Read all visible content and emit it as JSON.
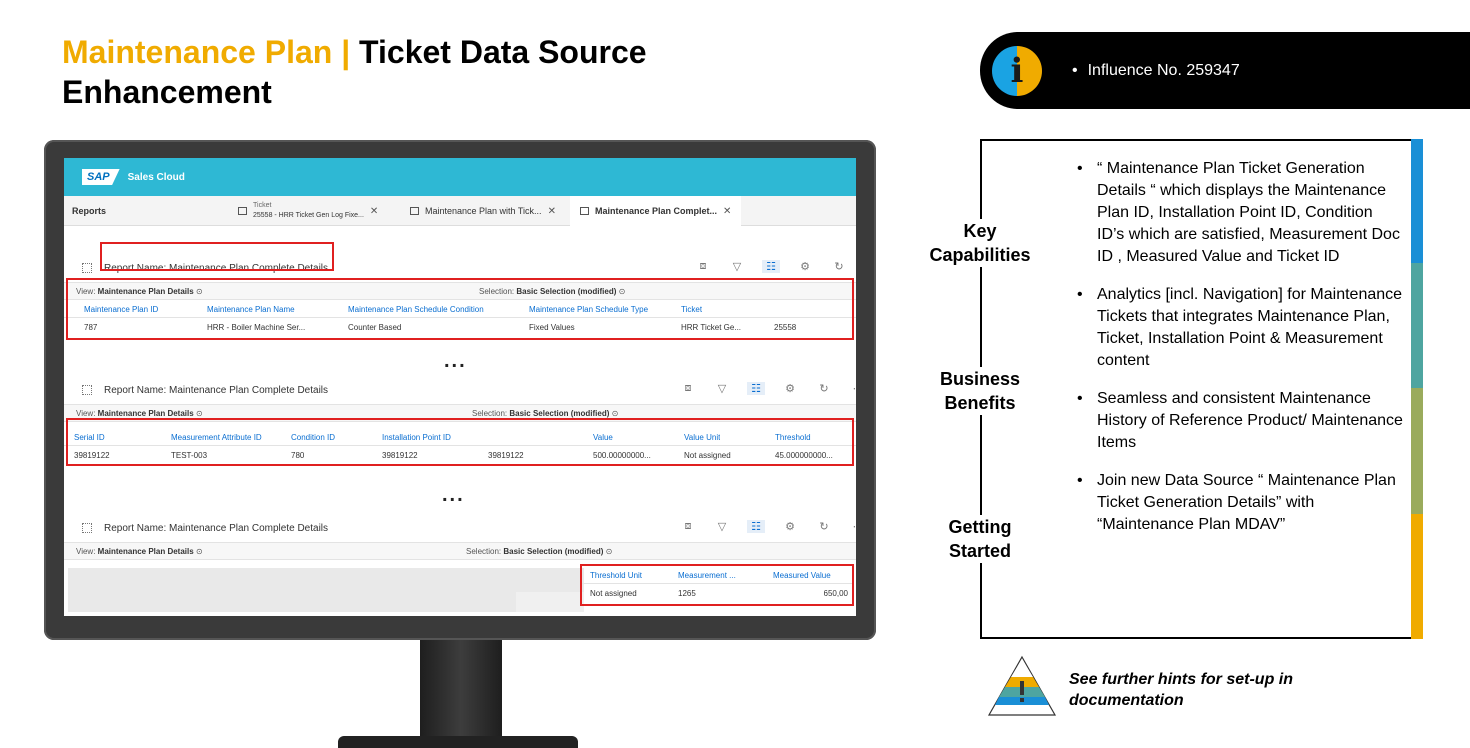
{
  "title": {
    "accent": "Maintenance Plan |",
    "main": "Ticket Data Source",
    "line2": "Enhancement"
  },
  "influence": {
    "text": "Influence No. 259347",
    "icon": "info-icon"
  },
  "app": {
    "brand_logo": "SAP",
    "brand_name": "Sales Cloud",
    "tabs": {
      "reports": "Reports",
      "ticket_sub": "Ticket",
      "ticket": "25558 - HRR Ticket Gen Log Fixe...",
      "plan_with_ticket": "Maintenance Plan with Tick...",
      "plan_complete": "Maintenance Plan Complet..."
    },
    "report_name_label": "Report Name:",
    "report_name": "Maintenance Plan Complete Details",
    "view_label": "View:",
    "view_name": "Maintenance Plan Details",
    "selection_label": "Selection:",
    "selection_name": "Basic Selection (modified)",
    "table1": {
      "headers": [
        "Maintenance Plan ID",
        "Maintenance Plan Name",
        "Maintenance Plan Schedule Condition",
        "Maintenance Plan Schedule Type",
        "Ticket",
        ""
      ],
      "row": [
        "787",
        "HRR - Boiler Machine Ser...",
        "Counter Based",
        "Fixed Values",
        "HRR Ticket Ge...",
        "25558"
      ]
    },
    "table2": {
      "headers": [
        "Serial ID",
        "Measurement Attribute ID",
        "Condition ID",
        "Installation Point ID",
        "",
        "Value",
        "Value Unit",
        "Threshold"
      ],
      "row": [
        "39819122",
        "TEST-003",
        "780",
        "39819122",
        "39819122",
        "500.00000000...",
        "Not assigned",
        "45.000000000..."
      ]
    },
    "table3": {
      "headers": [
        "Threshold Unit",
        "Measurement ...",
        "Measured Value"
      ],
      "row": [
        "Not assigned",
        "1265",
        "650,00"
      ]
    },
    "ellipsis": "..."
  },
  "sections": {
    "key_capabilities": [
      "Key",
      "Capabilities"
    ],
    "business_benefits": [
      "Business",
      "Benefits"
    ],
    "getting_started": [
      "Getting",
      "Started"
    ]
  },
  "bullets": [
    "“ Maintenance Plan Ticket Generation Details “ which displays the Maintenance Plan ID, Installation Point ID, Condition ID’s which are satisfied, Measurement Doc ID , Measured Value and Ticket ID",
    "Analytics [incl. Navigation] for Maintenance Tickets that integrates Maintenance Plan, Ticket, Installation Point & Measurement content",
    "Seamless and consistent Maintenance History of Reference Product/ Maintenance Items",
    "Join new Data Source “ Maintenance Plan Ticket Generation Details” with “Maintenance Plan MDAV”"
  ],
  "hint": "See further hints for set-up in documentation",
  "colors": {
    "accent": "#f0ab00",
    "sap_blue": "#2eb8d4",
    "link": "#0a6ed1",
    "highlight": "#e02020",
    "bar": [
      "#1a8fd6",
      "#4ea5a0",
      "#9aab5c",
      "#f0ab00"
    ]
  }
}
